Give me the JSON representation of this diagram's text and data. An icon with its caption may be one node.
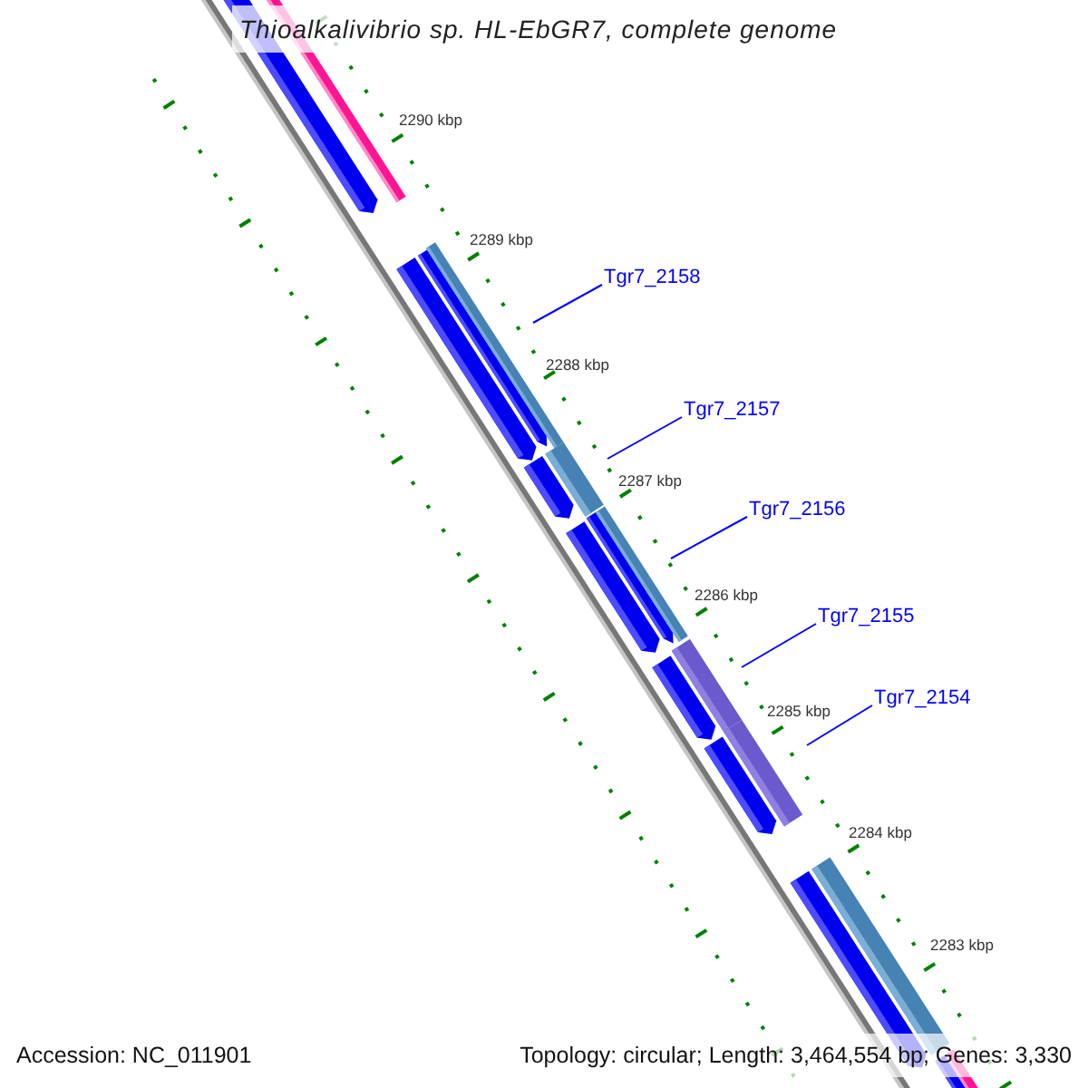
{
  "diagram": {
    "title": "Thioalkalivibrio sp. HL-EbGR7, complete genome",
    "nodes": [
      {
        "text": [
          "Tgr7_2158"
        ]
      },
      {
        "text": [
          "Tgr7_2157"
        ]
      },
      {
        "text": [
          "Tgr7_2156"
        ]
      },
      {
        "text": [
          "Tgr7_2155"
        ]
      },
      {
        "text": [
          "Tgr7_2154"
        ]
      }
    ],
    "edges": [
      {
        "from": 0,
        "to": null,
        "arrow": "none"
      },
      {
        "from": 1,
        "to": null,
        "arrow": "none"
      },
      {
        "from": 2,
        "to": null,
        "arrow": "none"
      },
      {
        "from": 3,
        "to": null,
        "arrow": "none"
      },
      {
        "from": 4,
        "to": null,
        "arrow": "none"
      }
    ],
    "labels": [
      "2290 kbp",
      "2289 kbp",
      "2288 kbp",
      "2287 kbp",
      "2286 kbp",
      "2285 kbp",
      "2284 kbp",
      "2283 kbp",
      "Accession: NC_011901",
      "Topology: circular; Length: 3,464,554 bp; Genes: 3,330"
    ]
  }
}
